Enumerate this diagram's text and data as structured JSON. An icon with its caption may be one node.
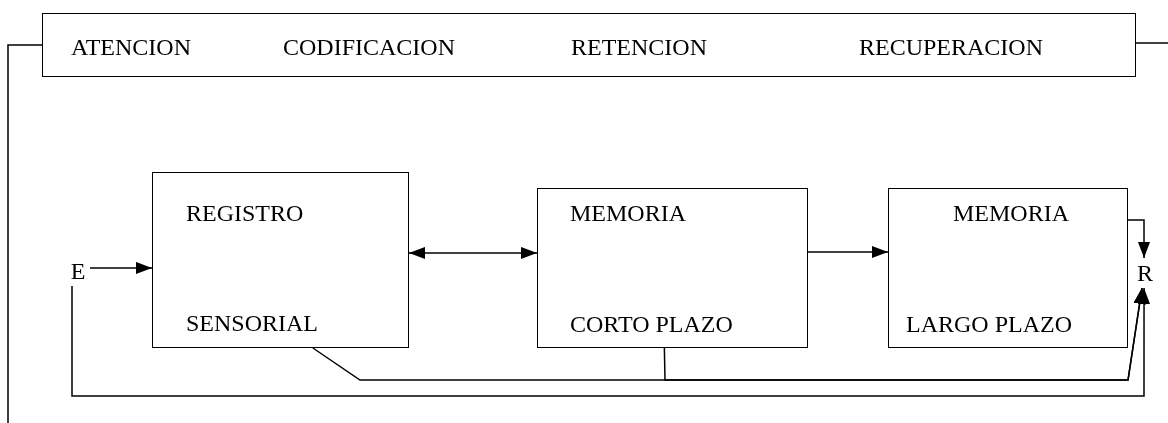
{
  "diagram": {
    "nodes": [
      {
        "text": [
          "ATENCION",
          "CODIFICACION",
          "RETENCION",
          "RECUPERACION"
        ]
      },
      {
        "text": [
          "E"
        ]
      },
      {
        "text": [
          "REGISTRO",
          "SENSORIAL"
        ]
      },
      {
        "text": [
          "MEMORIA",
          "CORTO PLAZO"
        ]
      },
      {
        "text": [
          "MEMORIA",
          "LARGO PLAZO"
        ]
      },
      {
        "text": [
          "R"
        ]
      }
    ],
    "edges": [
      {
        "from": 0,
        "to": null,
        "arrow": "none"
      },
      {
        "from": 0,
        "to": null,
        "arrow": "none"
      },
      {
        "from": 1,
        "to": 2,
        "arrow": "to"
      },
      {
        "from": 2,
        "to": 3,
        "arrow": "both"
      },
      {
        "from": 3,
        "to": 4,
        "arrow": "to"
      },
      {
        "from": 4,
        "to": 5,
        "arrow": "to"
      },
      {
        "from": 2,
        "to": 5,
        "arrow": "to"
      },
      {
        "from": 3,
        "to": 5,
        "arrow": "to"
      },
      {
        "from": 1,
        "to": 5,
        "arrow": "to"
      }
    ]
  }
}
